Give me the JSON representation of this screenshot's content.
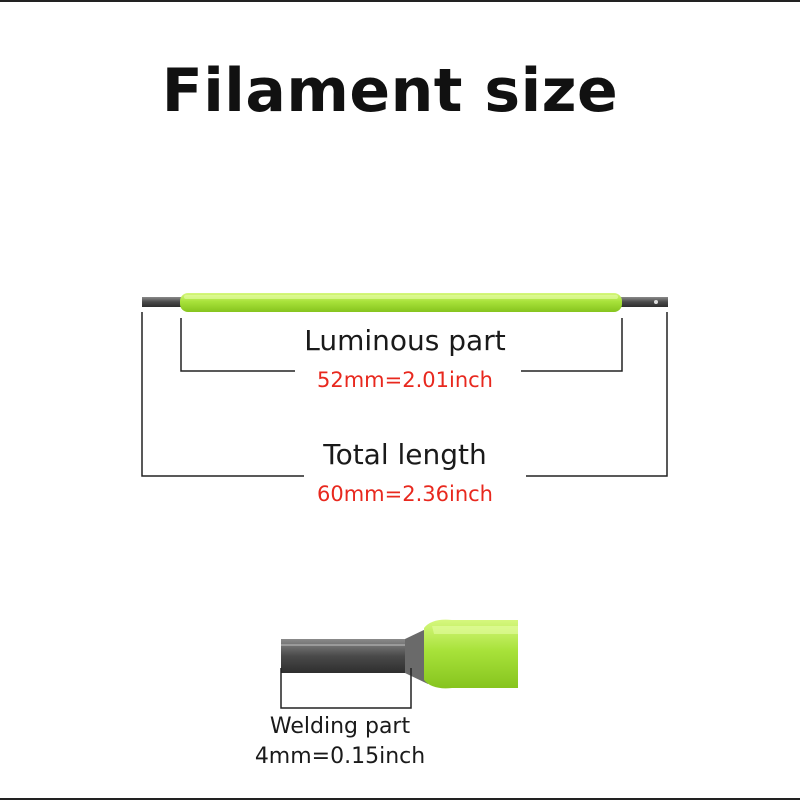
{
  "title": "Filament size",
  "colors": {
    "filament_green": "#a8e23a",
    "filament_green_light": "#c9f06a",
    "metal_gray": "#4a4a4a",
    "value_red": "#e8281e",
    "line_black": "#222222"
  },
  "luminous": {
    "label": "Luminous part",
    "value": "52mm=2.01inch"
  },
  "total": {
    "label": "Total length",
    "value": "60mm=2.36inch"
  },
  "welding": {
    "label": "Welding part",
    "value": "4mm=0.15inch"
  }
}
